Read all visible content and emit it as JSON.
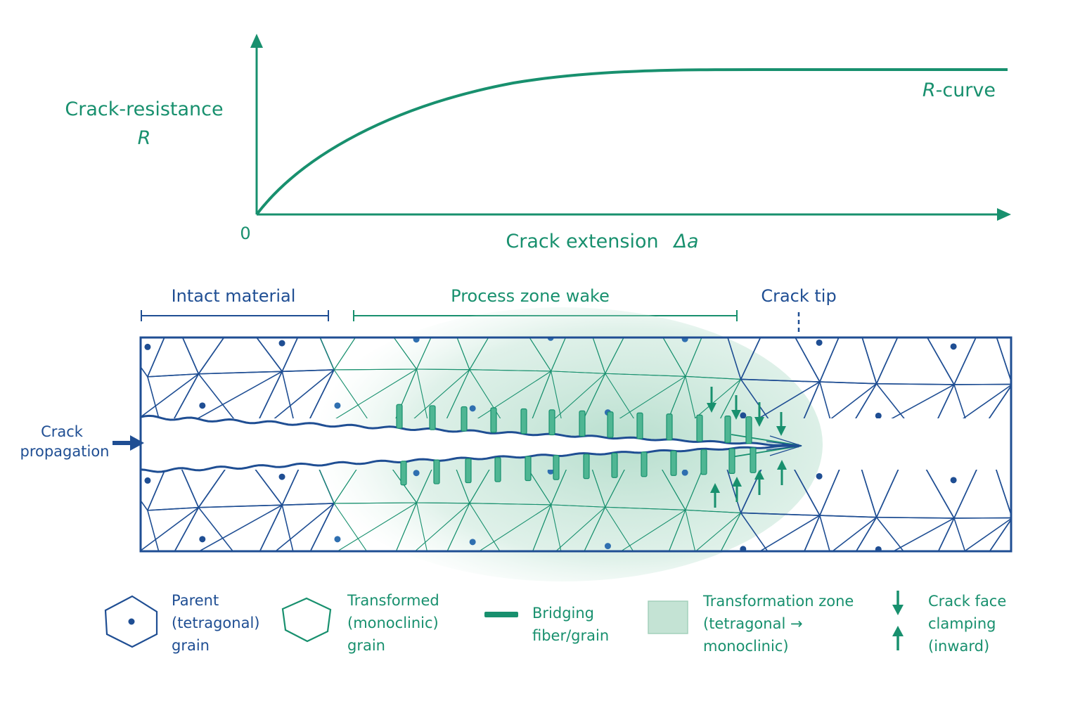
{
  "colors": {
    "green": "#18906e",
    "blue": "#1f4e93",
    "zone": "#a8d8c4"
  },
  "graph": {
    "y_label_line1": "Crack-resistance",
    "y_label_line2": "R",
    "x_label": "Crack extension",
    "x_symbol": "Δa",
    "origin": "0",
    "curve_label_italic": "R",
    "curve_label_rest": "-curve"
  },
  "diagram": {
    "intact_label": "Intact material",
    "wake_label": "Process zone wake",
    "tip_label": "Crack tip",
    "propagation_line1": "Crack",
    "propagation_line2": "propagation"
  },
  "legend": {
    "parent": [
      "Parent",
      "(tetragonal)",
      "grain"
    ],
    "transformed": [
      "Transformed",
      "(monoclinic)",
      "grain"
    ],
    "bridging": [
      "Bridging",
      "fiber/grain"
    ],
    "zone": [
      "Transformation zone",
      "(tetragonal →",
      "monoclinic)"
    ],
    "clamping": [
      "Crack face",
      "clamping",
      "(inward)"
    ]
  },
  "icons": [
    "hexagon-grain-icon",
    "arrow-down-icon",
    "arrow-up-icon",
    "arrow-right-icon"
  ]
}
